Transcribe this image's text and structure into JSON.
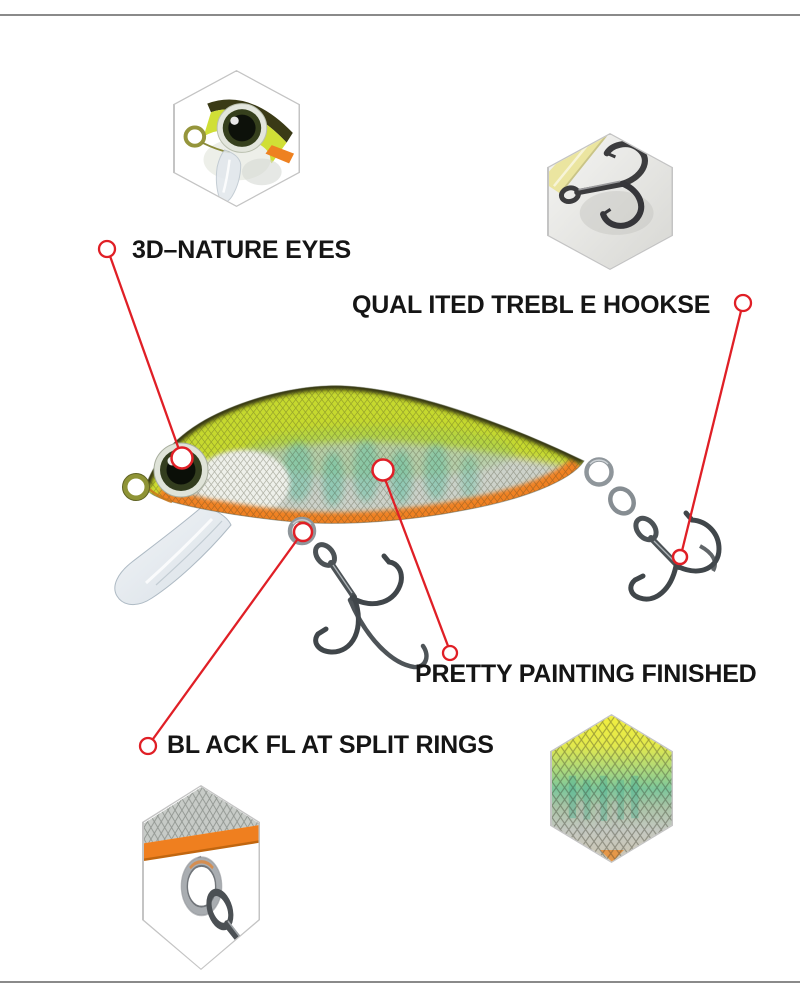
{
  "page": {
    "background": "#ffffff",
    "divider_color": "#8a8a8a"
  },
  "colors": {
    "accent_red": "#e01f26",
    "label_text": "#151515",
    "hex_border": "#c4c4c4",
    "lure_chartreuse": "#c6d92f",
    "lure_silver": "#cdd2ca",
    "lure_orange": "#f08121",
    "lure_teal": "#5fc0a2",
    "hook_metal": "#4c5256"
  },
  "callouts": {
    "eyes": {
      "label": "3D–NATURE EYES"
    },
    "hooks": {
      "label": "QUAL ITED TREBL E HOOKSE"
    },
    "painting": {
      "label": "PRETTY PAINTING FINISHED"
    },
    "split_rings": {
      "label": "BL ACK FL AT SPLIT RINGS"
    }
  },
  "insets": {
    "eye_closeup": "lure-eye-closeup-photo",
    "treble_hook_closeup": "treble-hook-closeup-photo",
    "split_ring_closeup": "belly-split-ring-closeup-photo",
    "paint_closeup": "paint-pattern-closeup-photo"
  }
}
